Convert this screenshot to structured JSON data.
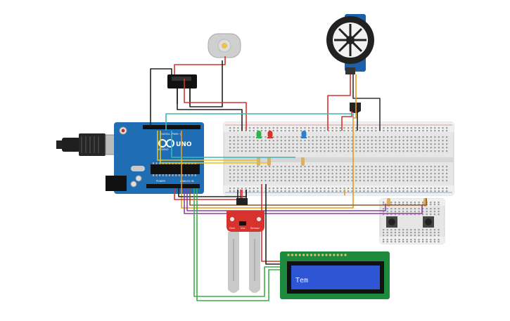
{
  "arduino": {
    "brand": "ARDUINO",
    "model": "UNO",
    "header_digital": "DIGITAL (PWM~)",
    "header_power": "POWER",
    "header_analog": "ANALOG IN",
    "board_color": "#1f6db3"
  },
  "moisture_sensor": {
    "pin_labels": [
      "Gnd",
      "Vcc",
      "Sensor"
    ],
    "color": "#d8322e"
  },
  "lcd": {
    "line1": "Tem",
    "screen_color": "#2d55d4",
    "pcb_color": "#1e8a3e"
  },
  "leds": [
    {
      "color": "#2db34a"
    },
    {
      "color": "#d8322e"
    },
    {
      "color": "#2c7fd0"
    }
  ],
  "components": {
    "dc_motor": "dc-motor",
    "servo": "servo-motor",
    "relay": "relay",
    "transistor": "transistor",
    "buttons": [
      "push-button-1",
      "push-button-2"
    ]
  }
}
